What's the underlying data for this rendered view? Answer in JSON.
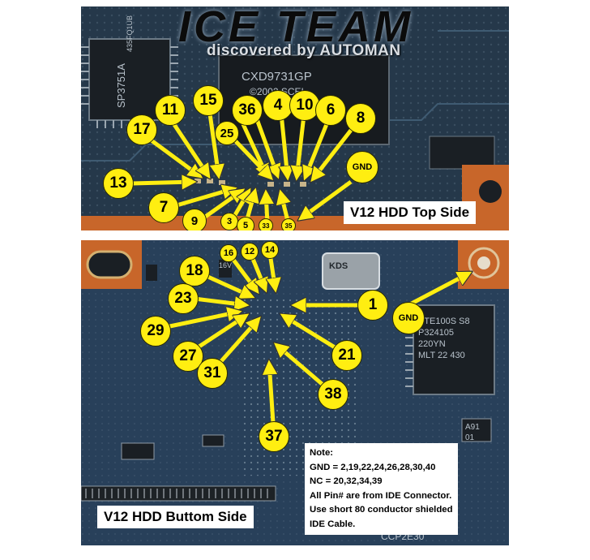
{
  "header": {
    "title": "ICE TEAM",
    "credit": "discovered by AUTOMAN"
  },
  "top_panel": {
    "label": "V12 HDD Top Side",
    "chips": {
      "left_chip_line1": "435FQ1UB",
      "left_chip_line2": "SP3751A",
      "center_chip_line1": "CXD9731GP",
      "center_chip_line2": "©2002 SCEI"
    },
    "pins": [
      "13",
      "17",
      "11",
      "15",
      "36",
      "4",
      "10",
      "6",
      "8",
      "25",
      "7",
      "9",
      "3",
      "5",
      "33",
      "35"
    ],
    "gnd_label": "GND"
  },
  "bottom_panel": {
    "label": "V12 HDD Buttom Side",
    "chips": {
      "crystal": "KDS",
      "right_chip_line1": "STE100S S8",
      "right_chip_line2": "P324105",
      "right_chip_line3": "220YN",
      "right_chip_line4": "MLT 22 430",
      "bottom_marking": "CCP2E30",
      "small_marking": "A91",
      "small_marking_2": "01",
      "cap_marking": "16V"
    },
    "pins": [
      "16",
      "12",
      "14",
      "18",
      "23",
      "1",
      "29",
      "27",
      "21",
      "31",
      "38",
      "37"
    ],
    "gnd_label": "GND",
    "note": {
      "line1": "Note:",
      "line2": "GND = 2,19,22,24,26,28,30,40",
      "line3": "NC = 20,32,34,39",
      "line4": "All Pin# are from IDE Connector.",
      "line5": "Use short 80 conductor shielded",
      "line6": "IDE Cable."
    }
  },
  "colors": {
    "board": "#25384a",
    "callout": "#ffee11",
    "orange_stripe": "#c8662a",
    "label_bg": "#ffffff"
  }
}
